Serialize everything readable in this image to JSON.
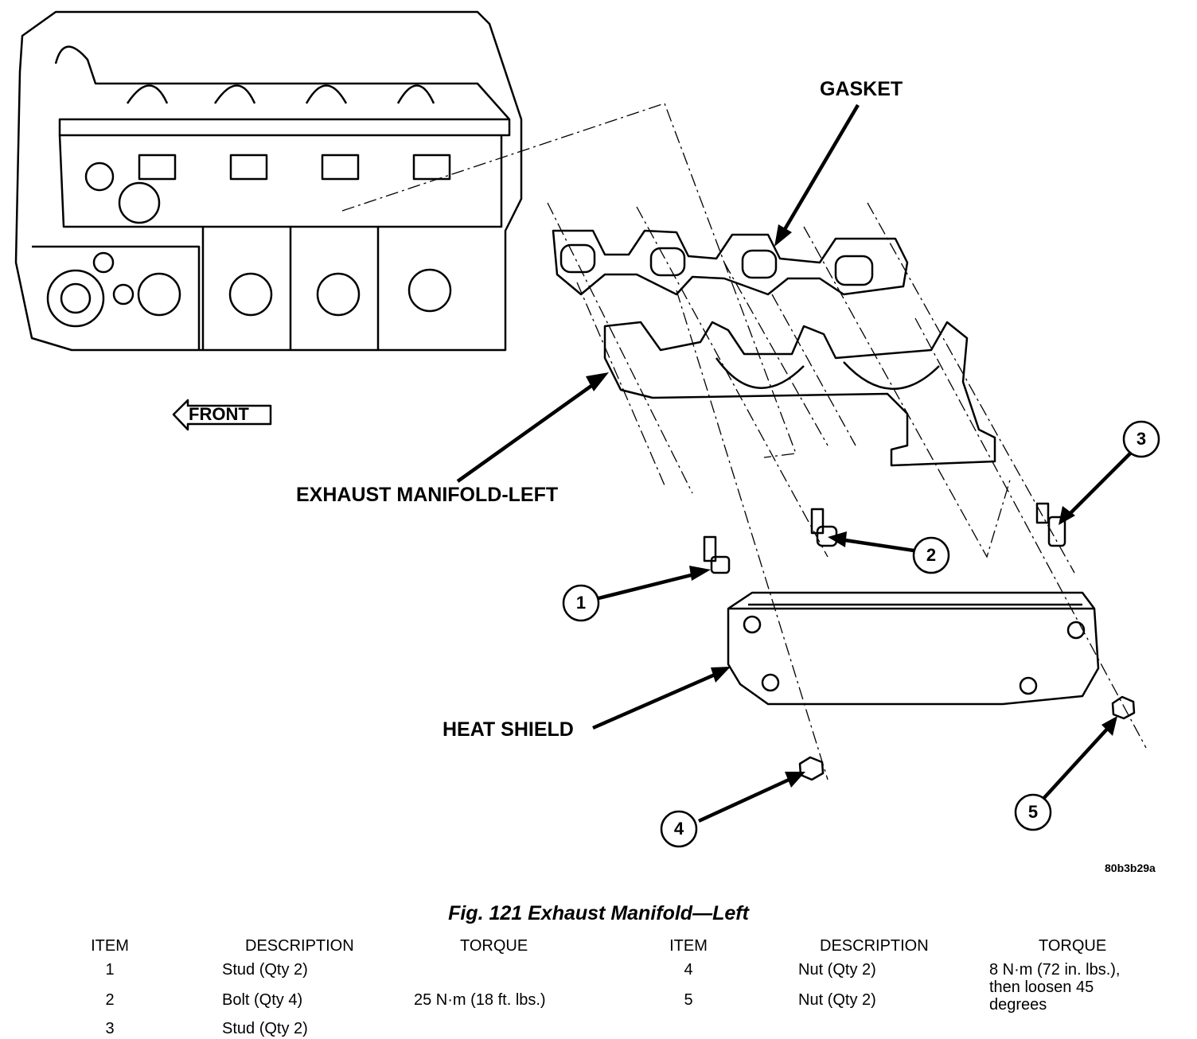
{
  "labels": {
    "gasket": "GASKET",
    "exhaust_manifold": "EXHAUST MANIFOLD-LEFT",
    "heat_shield": "HEAT SHIELD",
    "front": "FRONT"
  },
  "callouts": [
    "1",
    "2",
    "3",
    "4",
    "5"
  ],
  "figure_code": "80b3b29a",
  "caption": "Fig. 121 Exhaust Manifold—Left",
  "table": {
    "headers": {
      "item": "ITEM",
      "description": "DESCRIPTION",
      "torque": "TORQUE"
    },
    "left": [
      {
        "item": "1",
        "description": "Stud (Qty 2)",
        "torque": ""
      },
      {
        "item": "2",
        "description": "Bolt (Qty 4)",
        "torque": "25 N·m (18 ft. lbs.)"
      },
      {
        "item": "3",
        "description": "Stud (Qty 2)",
        "torque": ""
      }
    ],
    "right": [
      {
        "item": "4",
        "description": "Nut (Qty 2)",
        "torque_lines": [
          "8 N·m (72 in. lbs.),",
          "then loosen 45",
          "degrees"
        ]
      },
      {
        "item": "5",
        "description": "Nut (Qty 2)",
        "torque": ""
      }
    ]
  }
}
